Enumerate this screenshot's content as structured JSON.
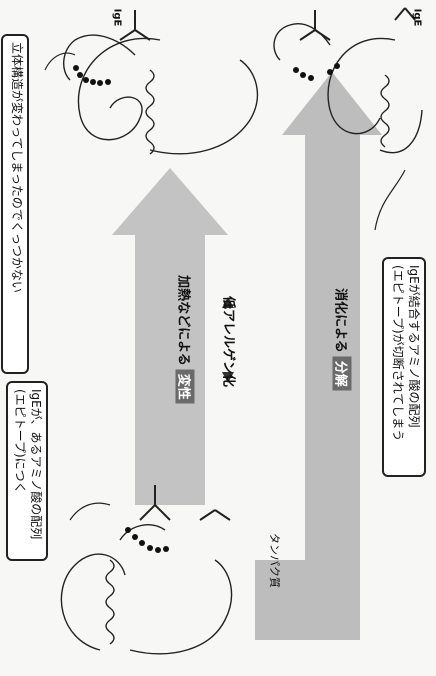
{
  "labels": {
    "top_note": "立体構造が変わってしまったのでくっつかない",
    "igE_top": "IgE",
    "igE_bottom": "IgE",
    "left_note_line1": "IgEが、あるアミノ酸の配列",
    "left_note_line2": "(エピトープ)につく",
    "heat_prefix": "加熱などによる",
    "heat_tag": "変性",
    "digest_prefix": "消化による",
    "digest_tag": "分解",
    "center": "低アレルゲン化",
    "protein": "タンパク質",
    "bottom_note_line1": "IgEが結合するアミノ酸の配列",
    "bottom_note_line2": "(エピトープ)が切断されてしまう"
  },
  "colors": {
    "arrow": "#bdbdbd",
    "tag_bg": "#6a6a6a",
    "line": "#222222"
  }
}
